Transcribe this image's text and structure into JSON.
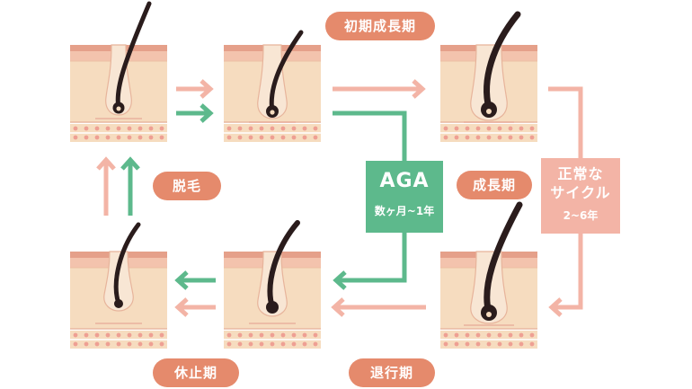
{
  "stages": {
    "early_growth": "初期成長期",
    "growth": "成長期",
    "catagen": "退行期",
    "telogen": "休止期",
    "shedding": "脱毛"
  },
  "aga": {
    "title": "AGA",
    "duration": "数ヶ月~1年"
  },
  "normal_cycle": {
    "title_line1": "正常な",
    "title_line2": "サイクル",
    "duration": "2~6年"
  },
  "colors": {
    "pink_path": "#f3b4a6",
    "green_path": "#5db98c",
    "label_pill": "#e58a6c",
    "hair": "#2a1c1c",
    "skin": "#f6dcbf"
  }
}
